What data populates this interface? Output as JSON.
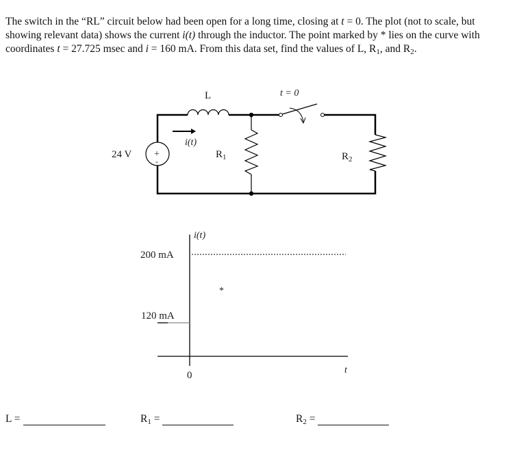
{
  "problem": {
    "text_part1": "The switch in the “RL” circuit below had been open for a long time, closing at ",
    "t_var": "t",
    "text_part2": " = 0. The plot (not to scale, but showing relevant data) shows the current ",
    "i_of_t": "i(t)",
    "text_part3": " through the inductor. The point marked by * lies on the curve with coordinates ",
    "text_part4": " = 27.725 msec and ",
    "i_var": "i",
    "text_part5": " = 160 mA. From this data set, find the values of L, R",
    "sub1": "1",
    "text_part6": ", and R",
    "sub2": "2",
    "text_part7": "."
  },
  "circuit": {
    "source_label": "24 V",
    "source_plus": "+",
    "source_minus": "-",
    "inductor_label": "L",
    "current_label": "i(t)",
    "r1_label": "R",
    "r1_sub": "1",
    "r2_label": "R",
    "r2_sub": "2",
    "switch_label": "t = 0"
  },
  "chart_data": {
    "type": "line",
    "title": "",
    "xlabel": "t",
    "ylabel": "i(t)",
    "x_origin_label": "0",
    "y_ticks": [
      {
        "label": "200 mA",
        "value": 200
      },
      {
        "label": "120 mA",
        "value": 120
      }
    ],
    "series": [
      {
        "name": "pre-switch current (t<0)",
        "x": [
          "t<0"
        ],
        "values": [
          120
        ]
      },
      {
        "name": "final asymptote (dotted)",
        "values": [
          200
        ]
      },
      {
        "name": "marked point",
        "x": [
          27.725
        ],
        "values": [
          160
        ],
        "marker": "*",
        "x_unit": "msec",
        "y_unit": "mA"
      }
    ],
    "note": "not to scale"
  },
  "answers": {
    "L_label": "L =",
    "R1_label": "R",
    "R1_sub": "1",
    "R1_eq": " =",
    "R2_label": "R",
    "R2_sub": "2",
    "R2_eq": " ="
  }
}
